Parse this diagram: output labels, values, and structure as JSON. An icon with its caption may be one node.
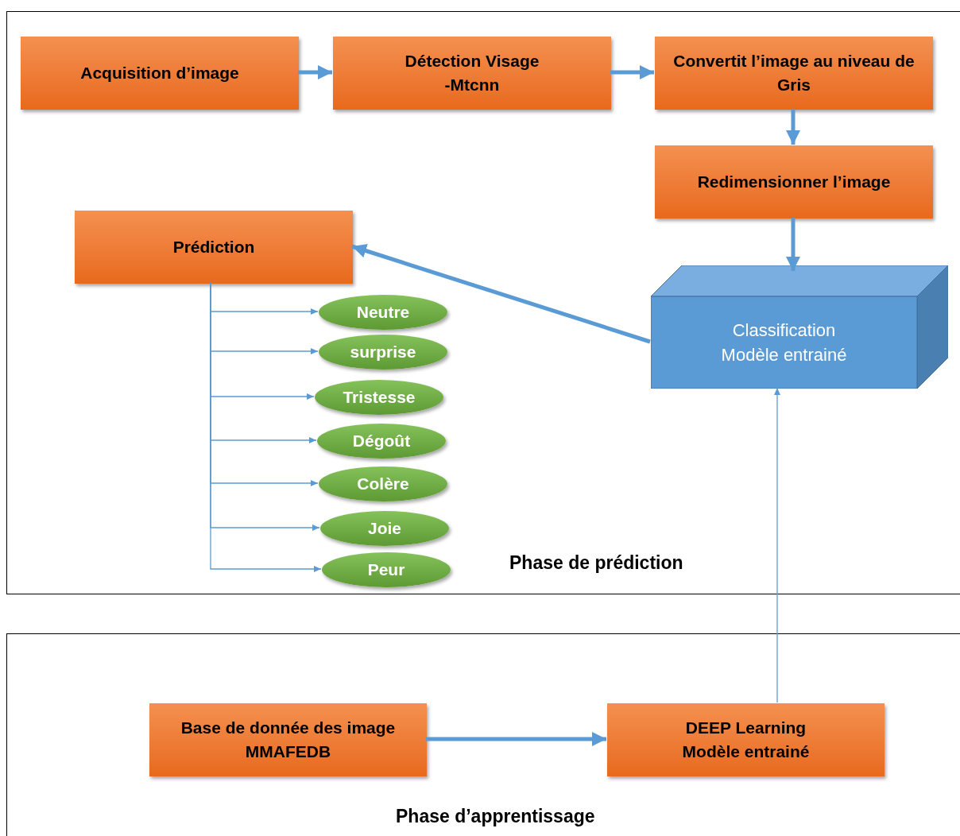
{
  "diagram": {
    "nodes": [
      {
        "text": [
          "Phase de prédiction"
        ]
      },
      {
        "text": [
          "Acquisition d’image"
        ],
        "in": 0
      },
      {
        "text": [
          "Détection Visage",
          "-Mtcnn"
        ],
        "in": 0
      },
      {
        "text": [
          "Convertit l’image au niveau de Gris"
        ],
        "in": 0
      },
      {
        "text": [
          "Redimensionner l’image"
        ],
        "in": 0
      },
      {
        "text": [
          "Prédiction"
        ],
        "in": 0
      },
      {
        "text": [
          "Classification",
          "Modèle entrainé"
        ],
        "in": 0
      },
      {
        "text": [
          "Neutre"
        ],
        "in": 0
      },
      {
        "text": [
          "surprise"
        ],
        "in": 0
      },
      {
        "text": [
          "Tristesse"
        ],
        "in": 0
      },
      {
        "text": [
          "Dégoût"
        ],
        "in": 0
      },
      {
        "text": [
          "Colère"
        ],
        "in": 0
      },
      {
        "text": [
          "Joie"
        ],
        "in": 0
      },
      {
        "text": [
          "Peur"
        ],
        "in": 0
      },
      {
        "text": [
          "Phase d’apprentissage"
        ]
      },
      {
        "text": [
          "Base de donnée des image",
          "MMAFEDB"
        ],
        "in": 14
      },
      {
        "text": [
          "DEEP Learning",
          "Modèle entrainé"
        ],
        "in": 14
      }
    ],
    "edges": [
      {
        "from": 1,
        "to": 2,
        "arrow": "to",
        "style": "thick"
      },
      {
        "from": 2,
        "to": 3,
        "arrow": "to",
        "style": "thick"
      },
      {
        "from": 3,
        "to": 4,
        "arrow": "to",
        "style": "thick"
      },
      {
        "from": 4,
        "to": 6,
        "arrow": "to",
        "style": "thick"
      },
      {
        "from": 6,
        "to": 5,
        "arrow": "to",
        "style": "thick"
      },
      {
        "from": 5,
        "to": 7,
        "arrow": "to"
      },
      {
        "from": 5,
        "to": 8,
        "arrow": "to"
      },
      {
        "from": 5,
        "to": 9,
        "arrow": "to"
      },
      {
        "from": 5,
        "to": 10,
        "arrow": "to"
      },
      {
        "from": 5,
        "to": 11,
        "arrow": "to"
      },
      {
        "from": 5,
        "to": 12,
        "arrow": "to"
      },
      {
        "from": 5,
        "to": 13,
        "arrow": "to"
      },
      {
        "from": 15,
        "to": 16,
        "arrow": "to",
        "style": "thick"
      },
      {
        "from": 16,
        "to": 6,
        "arrow": "to"
      }
    ]
  }
}
